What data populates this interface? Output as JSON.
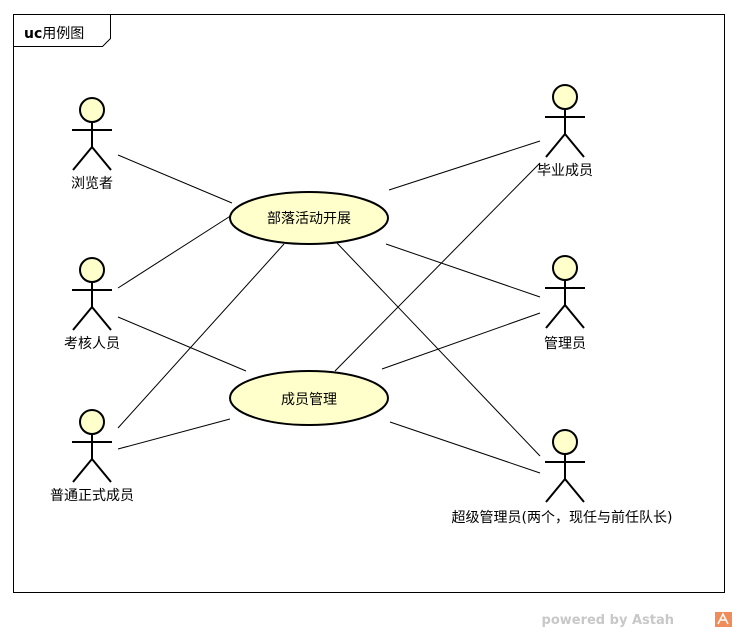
{
  "diagram": {
    "frame_kind": "uc",
    "frame_title": "用例图",
    "colors": {
      "fill": "#ffffcc",
      "stroke": "#000000",
      "watermark": "#c8c8c8",
      "logo": "#f08c5a"
    }
  },
  "actors": [
    {
      "id": "browser",
      "label": "浏览者"
    },
    {
      "id": "reviewer",
      "label": "考核人员"
    },
    {
      "id": "regular",
      "label": "普通正式成员"
    },
    {
      "id": "graduate",
      "label": "毕业成员"
    },
    {
      "id": "admin",
      "label": "管理员"
    },
    {
      "id": "superadmin",
      "label": "超级管理员(两个，现任与前任队长)"
    }
  ],
  "use_cases": [
    {
      "id": "activity",
      "label": "部落活动开展"
    },
    {
      "id": "member",
      "label": "成员管理"
    }
  ],
  "associations": [
    {
      "actor": "browser",
      "use_case": "activity"
    },
    {
      "actor": "reviewer",
      "use_case": "activity"
    },
    {
      "actor": "reviewer",
      "use_case": "member"
    },
    {
      "actor": "regular",
      "use_case": "activity"
    },
    {
      "actor": "regular",
      "use_case": "member"
    },
    {
      "actor": "graduate",
      "use_case": "activity"
    },
    {
      "actor": "graduate",
      "use_case": "member"
    },
    {
      "actor": "admin",
      "use_case": "activity"
    },
    {
      "actor": "admin",
      "use_case": "member"
    },
    {
      "actor": "superadmin",
      "use_case": "activity"
    },
    {
      "actor": "superadmin",
      "use_case": "member"
    }
  ],
  "watermark": {
    "text": "powered by Astah"
  }
}
